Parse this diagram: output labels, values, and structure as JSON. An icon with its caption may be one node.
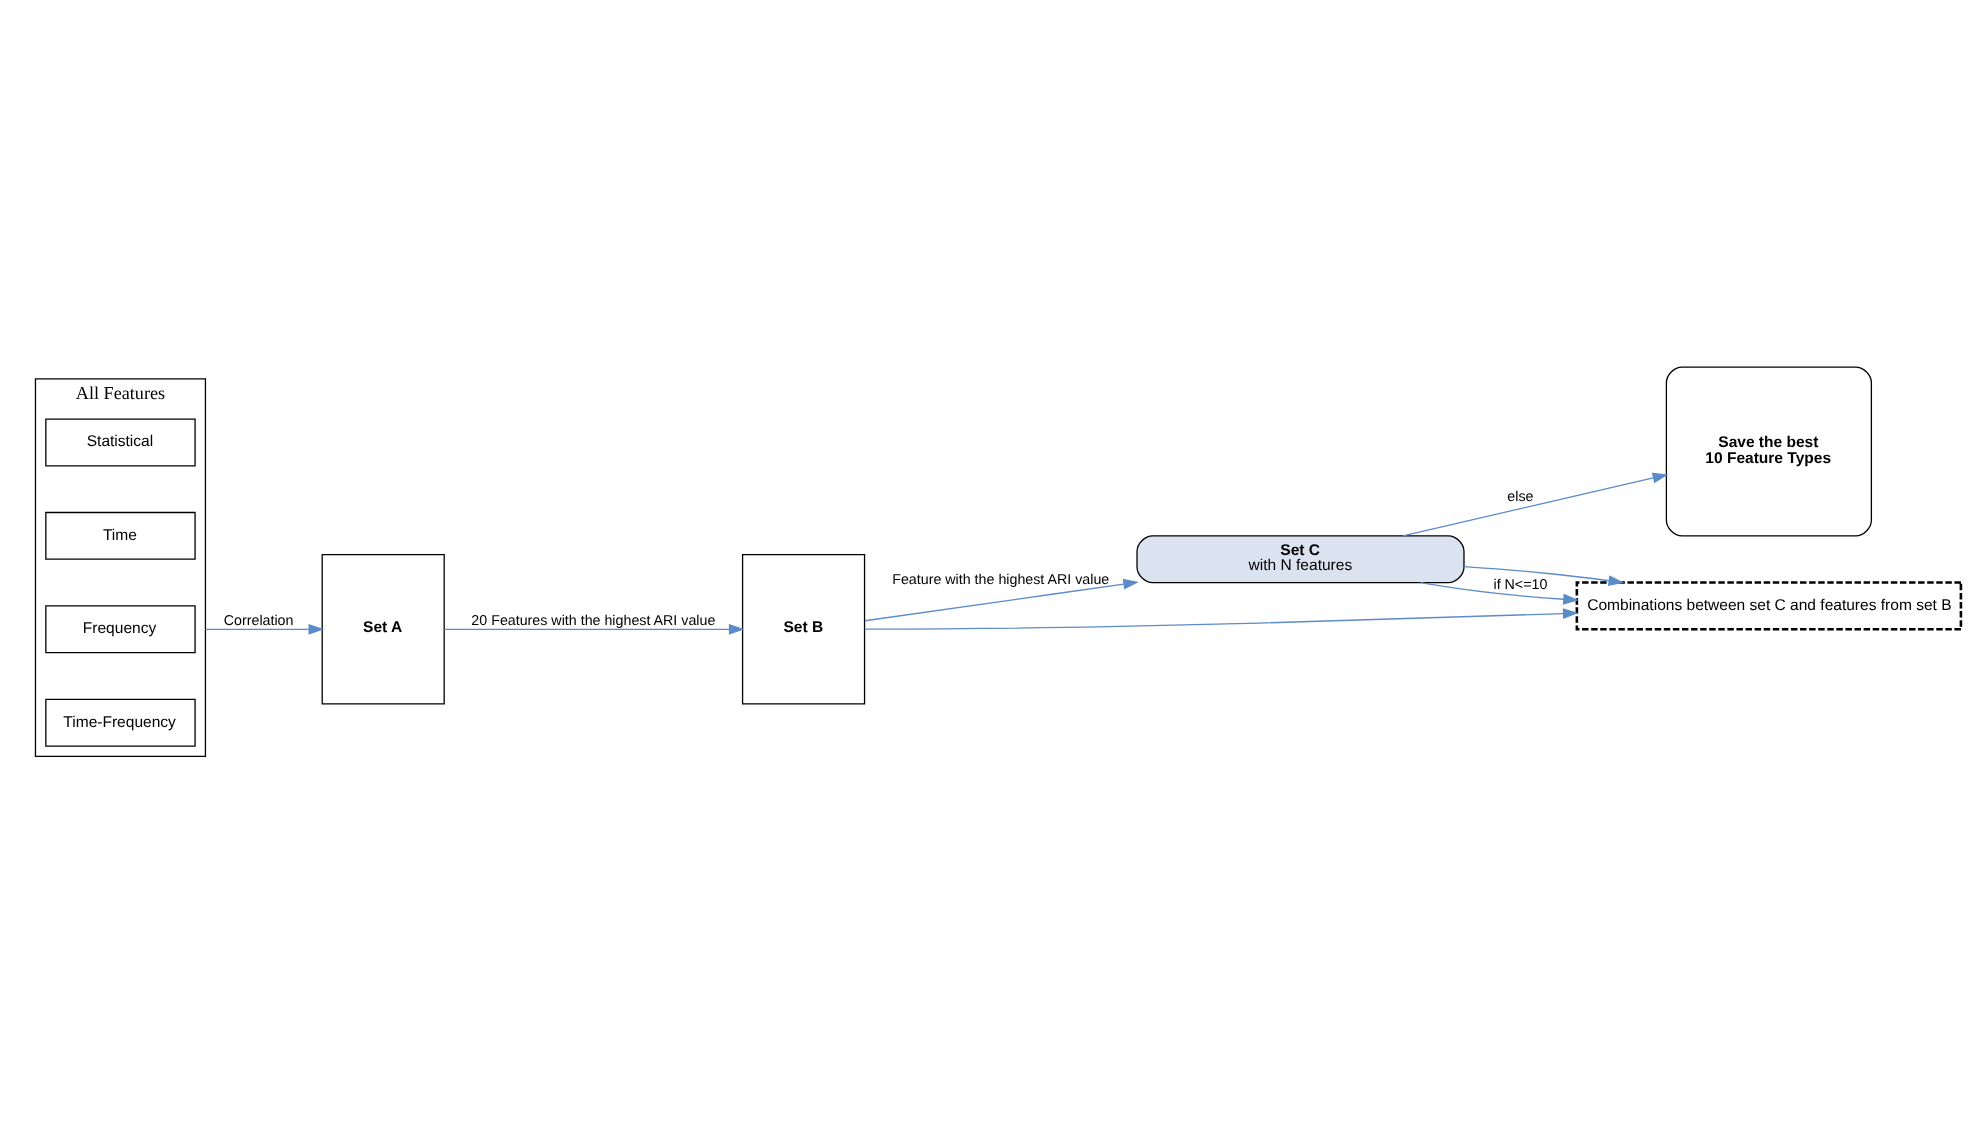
{
  "diagram": {
    "nodes": [
      {
        "text": [
          "All Features"
        ]
      },
      {
        "text": [
          "Statistical"
        ],
        "in": 0
      },
      {
        "text": [
          "Time"
        ],
        "in": 0
      },
      {
        "text": [
          "Frequency"
        ],
        "in": 0
      },
      {
        "text": [
          "Time-Frequency"
        ],
        "in": 0
      },
      {
        "text": [
          "Set A"
        ]
      },
      {
        "text": [
          "Set B"
        ]
      },
      {
        "text": [
          "Set C",
          "with N features"
        ]
      },
      {
        "text": [
          "Combinations between set C and features from set B"
        ]
      },
      {
        "text": [
          "Save the best 10 Feature Types"
        ]
      }
    ],
    "edges": [
      {
        "from": 0,
        "to": 5,
        "arrow": "to",
        "label": "Correlation"
      },
      {
        "from": 5,
        "to": 6,
        "arrow": "to",
        "label": "20 Features with the highest ARI value"
      },
      {
        "from": 6,
        "to": 7,
        "arrow": "to",
        "label": "Feature with the highest ARI value"
      },
      {
        "from": 7,
        "to": 8,
        "arrow": "to"
      },
      {
        "from": 6,
        "to": 8,
        "arrow": "to"
      },
      {
        "from": 7,
        "to": 9,
        "arrow": "to",
        "label": "else"
      },
      {
        "from": 7,
        "to": 8,
        "arrow": "to",
        "label": "if N<=10"
      }
    ]
  }
}
